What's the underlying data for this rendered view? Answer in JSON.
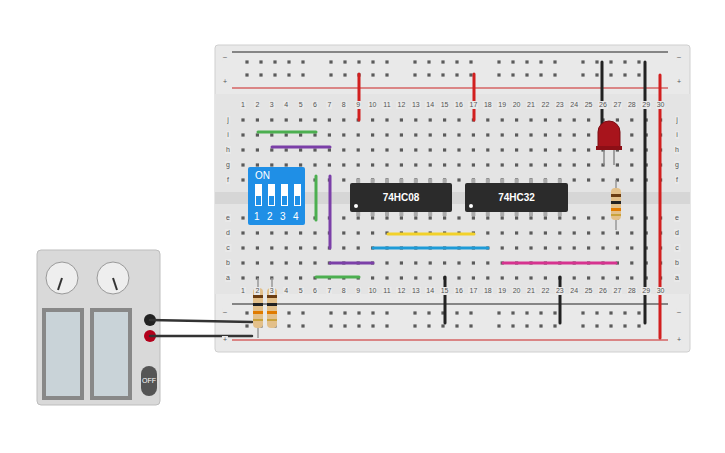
{
  "diagram": {
    "nodes": [
      {
        "text": [
          "ON",
          "1",
          "2",
          "3",
          "4"
        ]
      },
      {
        "text": [
          "74HC08"
        ]
      },
      {
        "text": [
          "74HC32"
        ]
      }
    ],
    "labels": [
      "–",
      "+",
      "–",
      "+",
      "1",
      "2",
      "3",
      "4",
      "5",
      "6",
      "7",
      "8",
      "9",
      "10",
      "11",
      "12",
      "13",
      "14",
      "15",
      "16",
      "17",
      "18",
      "19",
      "20",
      "21",
      "22",
      "23",
      "24",
      "25",
      "26",
      "27",
      "28",
      "29",
      "30",
      "j",
      "i",
      "h",
      "g",
      "f",
      "j",
      "i",
      "h",
      "g",
      "f",
      "e",
      "d",
      "c",
      "b",
      "a",
      "e",
      "d",
      "c",
      "b",
      "a",
      "1",
      "2",
      "3",
      "4",
      "5",
      "6",
      "7",
      "8",
      "9",
      "10",
      "11",
      "12",
      "13",
      "14",
      "15",
      "16",
      "17",
      "18",
      "19",
      "20",
      "21",
      "22",
      "23",
      "24",
      "25",
      "26",
      "27",
      "28",
      "29",
      "30",
      "–",
      "+",
      "–",
      "+",
      "OFF"
    ]
  }
}
